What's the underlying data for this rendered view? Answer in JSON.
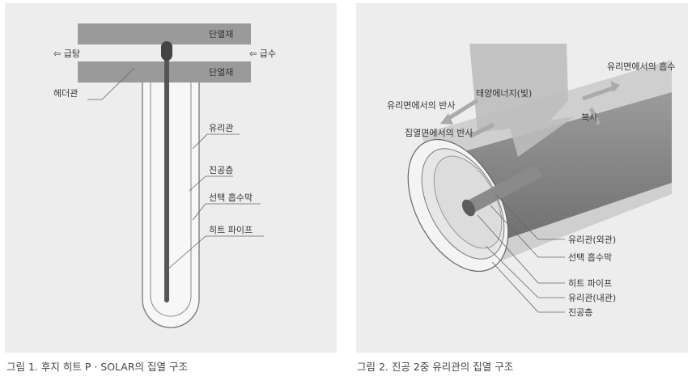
{
  "figure1": {
    "label_insulation_top": "단열재",
    "label_insulation_bottom": "단열재",
    "label_hot_water": "⇦ 급탕",
    "label_cold_water": "⇦ 급수",
    "label_header_pipe": "헤더관",
    "label_glass_tube": "유리관",
    "label_vacuum_layer": "진공층",
    "label_selective_coating": "선택 흡수막",
    "label_heat_pipe": "히트 파이프",
    "caption": "그림 1. 후지 히트 P · SOLAR의 집열 구조"
  },
  "figure2": {
    "label_solar_energy": "태양에너지(빛)",
    "label_glass_absorption": "유리면에서의 흡수",
    "label_glass_reflection": "유리면에서의 반사",
    "label_collector_reflection": "집열면에서의 반사",
    "label_radiation": "복사",
    "label_outer_tube": "유리관(외관)",
    "label_selective_coating": "선택 흡수막",
    "label_heat_pipe": "히트 파이프",
    "label_inner_tube": "유리관(내관)",
    "label_vacuum_layer": "진공층",
    "caption": "그림 2. 진공 2중 유리관의 집열 구조"
  }
}
